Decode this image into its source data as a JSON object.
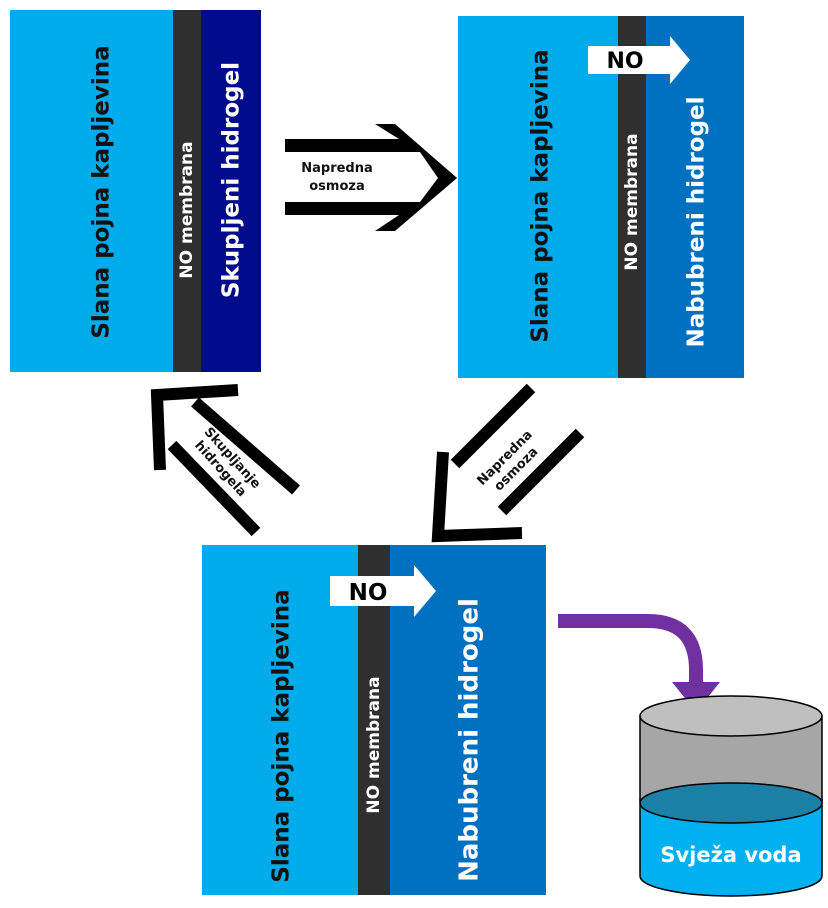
{
  "panels": {
    "top_left": {
      "feed_label": "Slana pojna kapljevina",
      "membrane_label": "NO membrana",
      "hydrogel_label": "Skupljeni hidrogel"
    },
    "top_right": {
      "feed_label": "Slana pojna kapljevina",
      "membrane_label": "NO membrana",
      "hydrogel_label": "Nabubreni hidrogel",
      "flow_label": "NO"
    },
    "bottom": {
      "feed_label": "Slana pojna kapljevina",
      "membrane_label": "NO membrana",
      "hydrogel_label": "Nabubreni hidrogel",
      "flow_label": "NO"
    }
  },
  "arrows": {
    "forward_osmosis_right": {
      "line1": "Napredna",
      "line2": "osmoza"
    },
    "forward_osmosis_down": {
      "line1": "Napredna",
      "line2": "osmoza"
    },
    "shrink_up": {
      "line1": "Skupljanje",
      "line2": "hidrogela"
    }
  },
  "container": {
    "label": "Svježa voda"
  },
  "colors": {
    "feed": "#00ABEB",
    "membrane": "#2F2F2F",
    "hydrogel_shrunk": "#000C8C",
    "hydrogel_swollen": "#0070C0",
    "purple_arrow": "#7030A0",
    "water": "#00B0F0",
    "water_top": "#1B7FA6",
    "container_gray": "#A6A6A6"
  }
}
